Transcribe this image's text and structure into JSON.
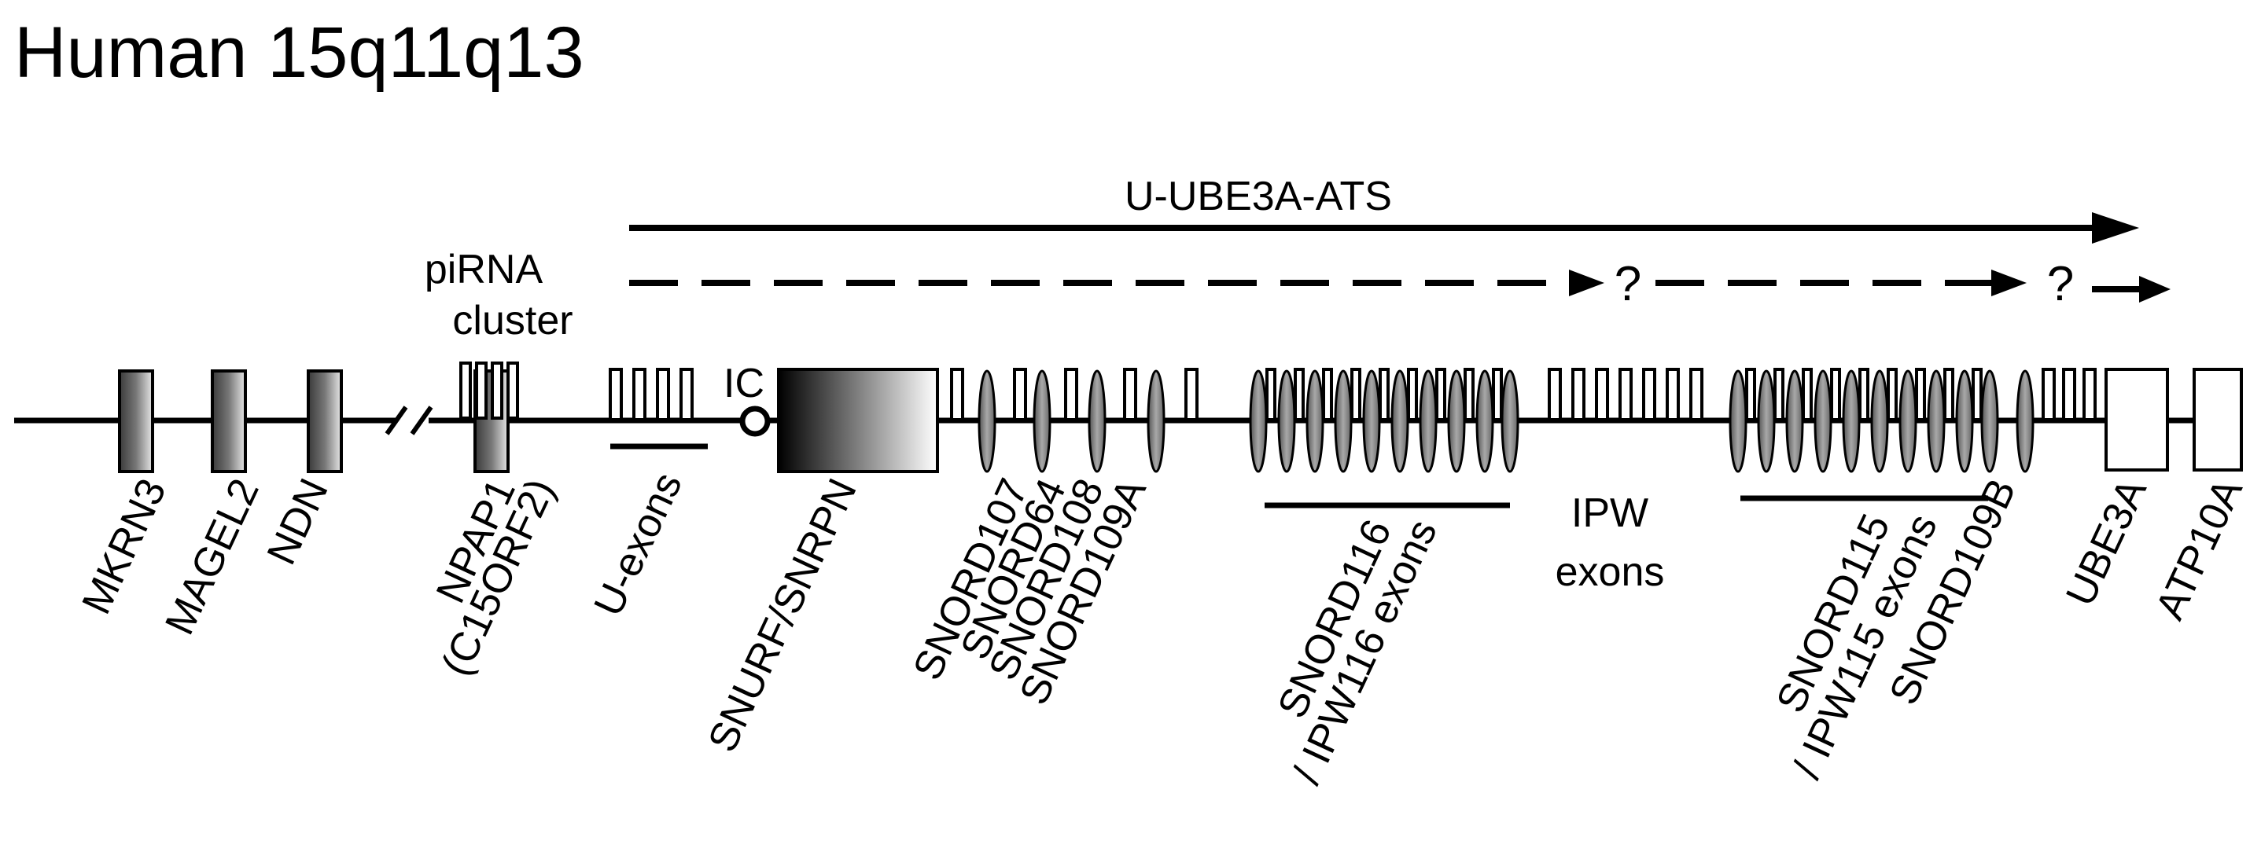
{
  "title": "Human 15q11q13",
  "transcripts": {
    "main": "U-UBE3A-ATS",
    "unknown_mark_1": "?",
    "unknown_mark_2": "?"
  },
  "annotations": {
    "pirna_line1": "piRNA",
    "pirna_line2": "cluster",
    "ic": "IC",
    "ipw_line1": "IPW",
    "ipw_line2": "exons"
  },
  "gene_labels": {
    "mkrn3": "MKRN3",
    "magel2": "MAGEL2",
    "ndn": "NDN",
    "npap1": "NPAP1",
    "c15orf2": "(C15ORF2)",
    "u_exons": "U-exons",
    "snurf_snrpn": "SNURF/SNRPN",
    "snord107": "SNORD107",
    "snord64": "SNORD64",
    "snord108": "SNORD108",
    "snord109a": "SNORD109A",
    "snord116": "SNORD116",
    "ipw116": "/ IPW116 exons",
    "snord115": "SNORD115",
    "ipw115": "/ IPW115 exons",
    "snord109b": "SNORD109B",
    "ube3a": "UBE3A",
    "atp10a": "ATP10A"
  },
  "colors": {
    "ink": "#000000",
    "paper": "#ffffff",
    "snorna_fill": "#9a9a9a",
    "gradient_dark": "#000000",
    "gradient_light": "#ffffff"
  }
}
